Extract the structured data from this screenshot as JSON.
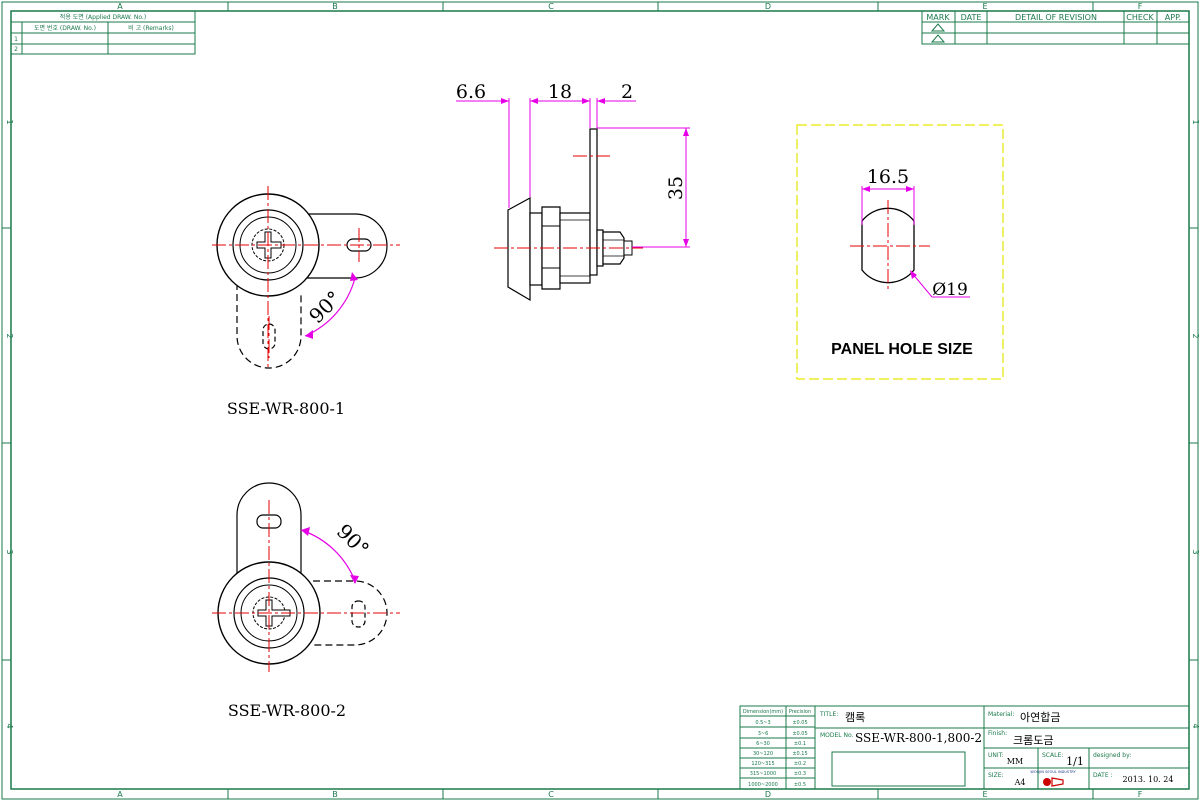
{
  "zone_columns": [
    "A",
    "B",
    "C",
    "D",
    "E",
    "F"
  ],
  "zone_rows": [
    "1",
    "2",
    "3",
    "4"
  ],
  "applied_table": {
    "header": "적용 도면 (Applied DRAW. No.)",
    "col1": "도면 번호 (DRAW. No.)",
    "col2": "비 고 (Remarks)",
    "rows": [
      "1",
      "2"
    ]
  },
  "revision_table": {
    "mark": "MARK",
    "date": "DATE",
    "detail": "DETAIL OF REVISION",
    "check": "CHECK",
    "app": "APP."
  },
  "views": {
    "view1_label": "SSE-WR-800-1",
    "view1_angle": "90°",
    "view2_label": "SSE-WR-800-2",
    "view2_angle": "90°",
    "side_dim_a": "6.6",
    "side_dim_b": "18",
    "side_dim_c": "2",
    "side_dim_h": "35",
    "panel_title": "PANEL HOLE SIZE",
    "panel_width": "16.5",
    "panel_dia": "Ø19"
  },
  "tolerance_table": {
    "col_dim": "Dimension(mm)",
    "col_prec": "Precision",
    "rows": [
      [
        "0.5~3",
        "±0.05"
      ],
      [
        "3~6",
        "±0.05"
      ],
      [
        "6~30",
        "±0.1"
      ],
      [
        "30~120",
        "±0.15"
      ],
      [
        "120~315",
        "±0.2"
      ],
      [
        "315~1000",
        "±0.3"
      ],
      [
        "1000~2000",
        "±0.5"
      ]
    ]
  },
  "title_block": {
    "title_label": "TITLE:",
    "title_value": "캠록",
    "model_label": "MODEL No.",
    "model_value": "SSE-WR-800-1,800-2",
    "material_label": "Material:",
    "material_value": "아연합금",
    "finish_label": "Finish:",
    "finish_value": "크롬도금",
    "unit_label": "UNIT:",
    "unit_value": "MM",
    "scale_label": "SCALE:",
    "scale_value": "1/1",
    "size_label": "SIZE:",
    "size_value": "A4",
    "designed_label": "designed by:",
    "date_label": "DATE :",
    "date_value": "2013. 10. 24",
    "logo_text": "WOOJIN SEOUL INDUSTRY"
  },
  "colors": {
    "frame": "#1a7a4a",
    "center": "#e60000",
    "dimension": "#e600e6",
    "panel_border": "#e6e600",
    "drawing": "#000000"
  }
}
